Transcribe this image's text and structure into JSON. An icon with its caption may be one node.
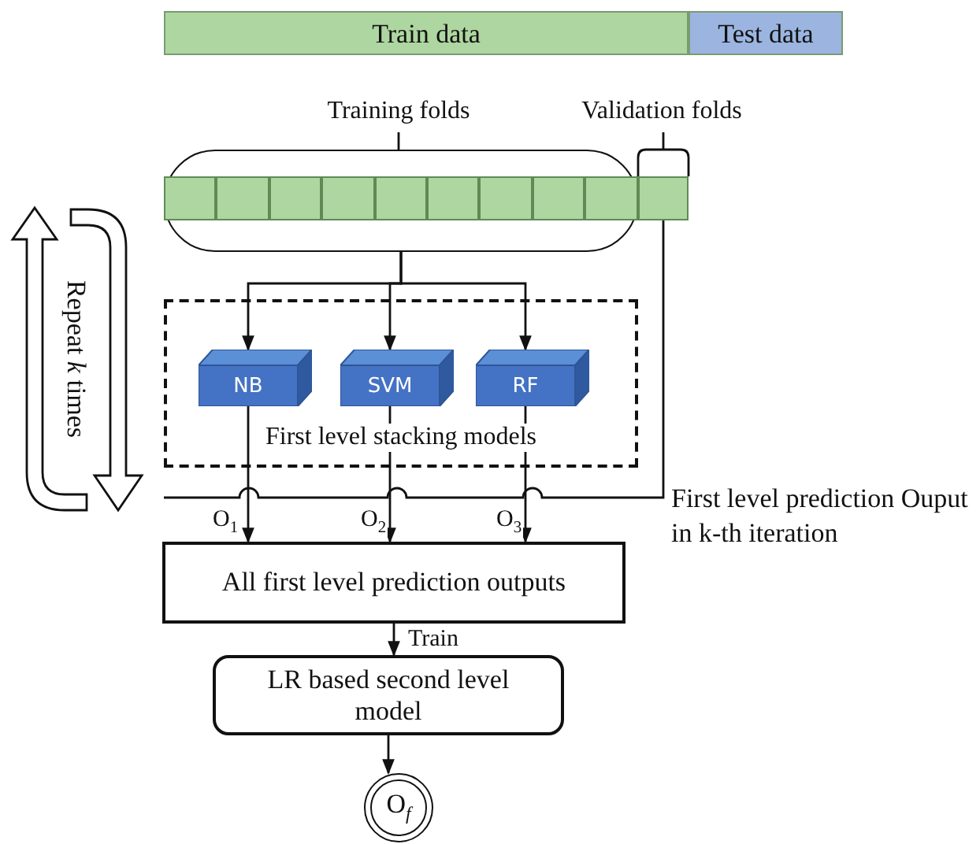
{
  "diagram": {
    "nodes": [
      {
        "text": [
          "Train data"
        ]
      },
      {
        "text": [
          "Test data"
        ]
      },
      {
        "text": [
          "Training folds"
        ]
      },
      {
        "text": [
          "Validation folds"
        ]
      },
      {
        "text": [
          "First level stacking models"
        ]
      },
      {
        "text": [
          "NB"
        ],
        "in": 4
      },
      {
        "text": [
          "SVM"
        ],
        "in": 4
      },
      {
        "text": [
          "RF"
        ],
        "in": 4
      },
      {
        "text": [
          "All first level prediction outputs"
        ]
      },
      {
        "text": [
          "LR based second level model"
        ]
      },
      {
        "text": [
          "O$_{f}$"
        ]
      }
    ],
    "edges": [
      {
        "from": 2,
        "to": 5,
        "arrow": "to"
      },
      {
        "from": 2,
        "to": 6,
        "arrow": "to"
      },
      {
        "from": 2,
        "to": 7,
        "arrow": "to"
      },
      {
        "from": 5,
        "to": 8,
        "arrow": "to",
        "label": "O$_{1}$"
      },
      {
        "from": 6,
        "to": 8,
        "arrow": "to",
        "label": "O$_{2}$"
      },
      {
        "from": 7,
        "to": 8,
        "arrow": "to",
        "label": "O$_{3}$"
      },
      {
        "from": 3,
        "to": null,
        "arrow": "none"
      },
      {
        "from": 8,
        "to": 9,
        "arrow": "to",
        "label": "Train"
      },
      {
        "from": 9,
        "to": 10,
        "arrow": "to"
      }
    ],
    "labels": [
      "First level prediction Ouput in k-th iteration",
      "Repeat *k* times"
    ]
  }
}
